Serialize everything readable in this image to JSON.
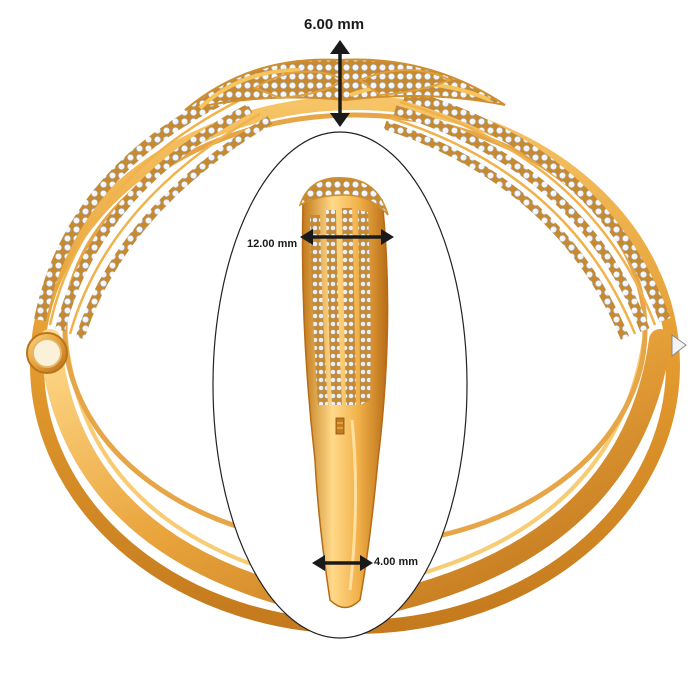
{
  "product": {
    "kind": "diamond bangle bracelet",
    "metal_color": "#e9a43c",
    "metal_highlight": "#ffd98a",
    "metal_shadow": "#b86d16"
  },
  "dimensions": {
    "top_height": "6.00 mm",
    "side_width": "12.00 mm",
    "shank_width": "4.00 mm"
  }
}
